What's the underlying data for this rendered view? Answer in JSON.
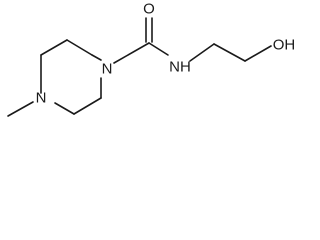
{
  "molecule": {
    "atoms": {
      "carbonyl_oxygen": "O",
      "ring_nitrogen_amide": "N",
      "ring_nitrogen_methyl": "N",
      "amide_nh": "NH",
      "hydroxyl": "OH"
    },
    "bond_color": "#1a1a1a",
    "label_color": "#1a1a1a"
  }
}
